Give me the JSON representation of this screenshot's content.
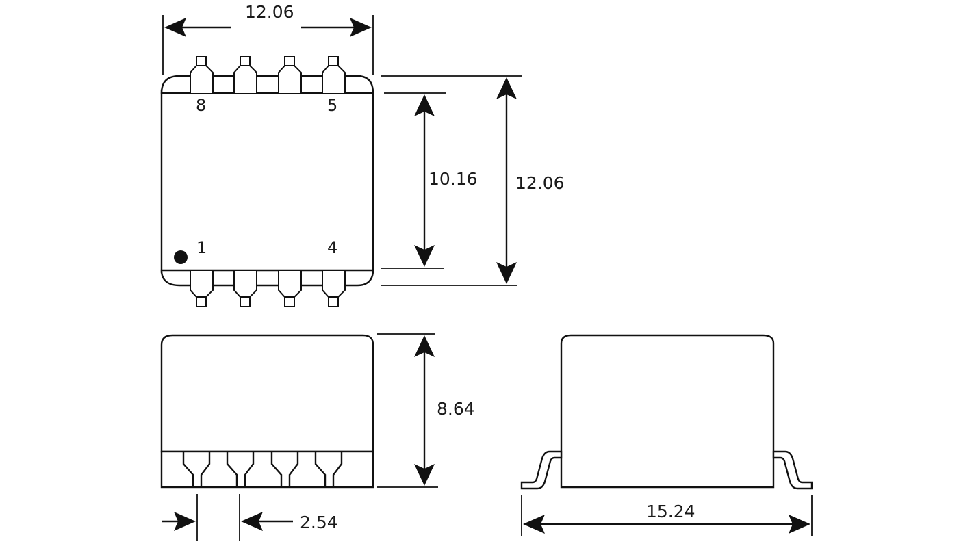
{
  "dimensions": {
    "top_width": "12.06",
    "body_height_inner": "10.16",
    "body_height_outer": "12.06",
    "package_height": "8.64",
    "pin_pitch": "2.54",
    "lead_span": "15.24"
  },
  "pin_labels": {
    "top_left": "8",
    "top_right": "5",
    "bottom_left": "1",
    "bottom_right": "4"
  }
}
